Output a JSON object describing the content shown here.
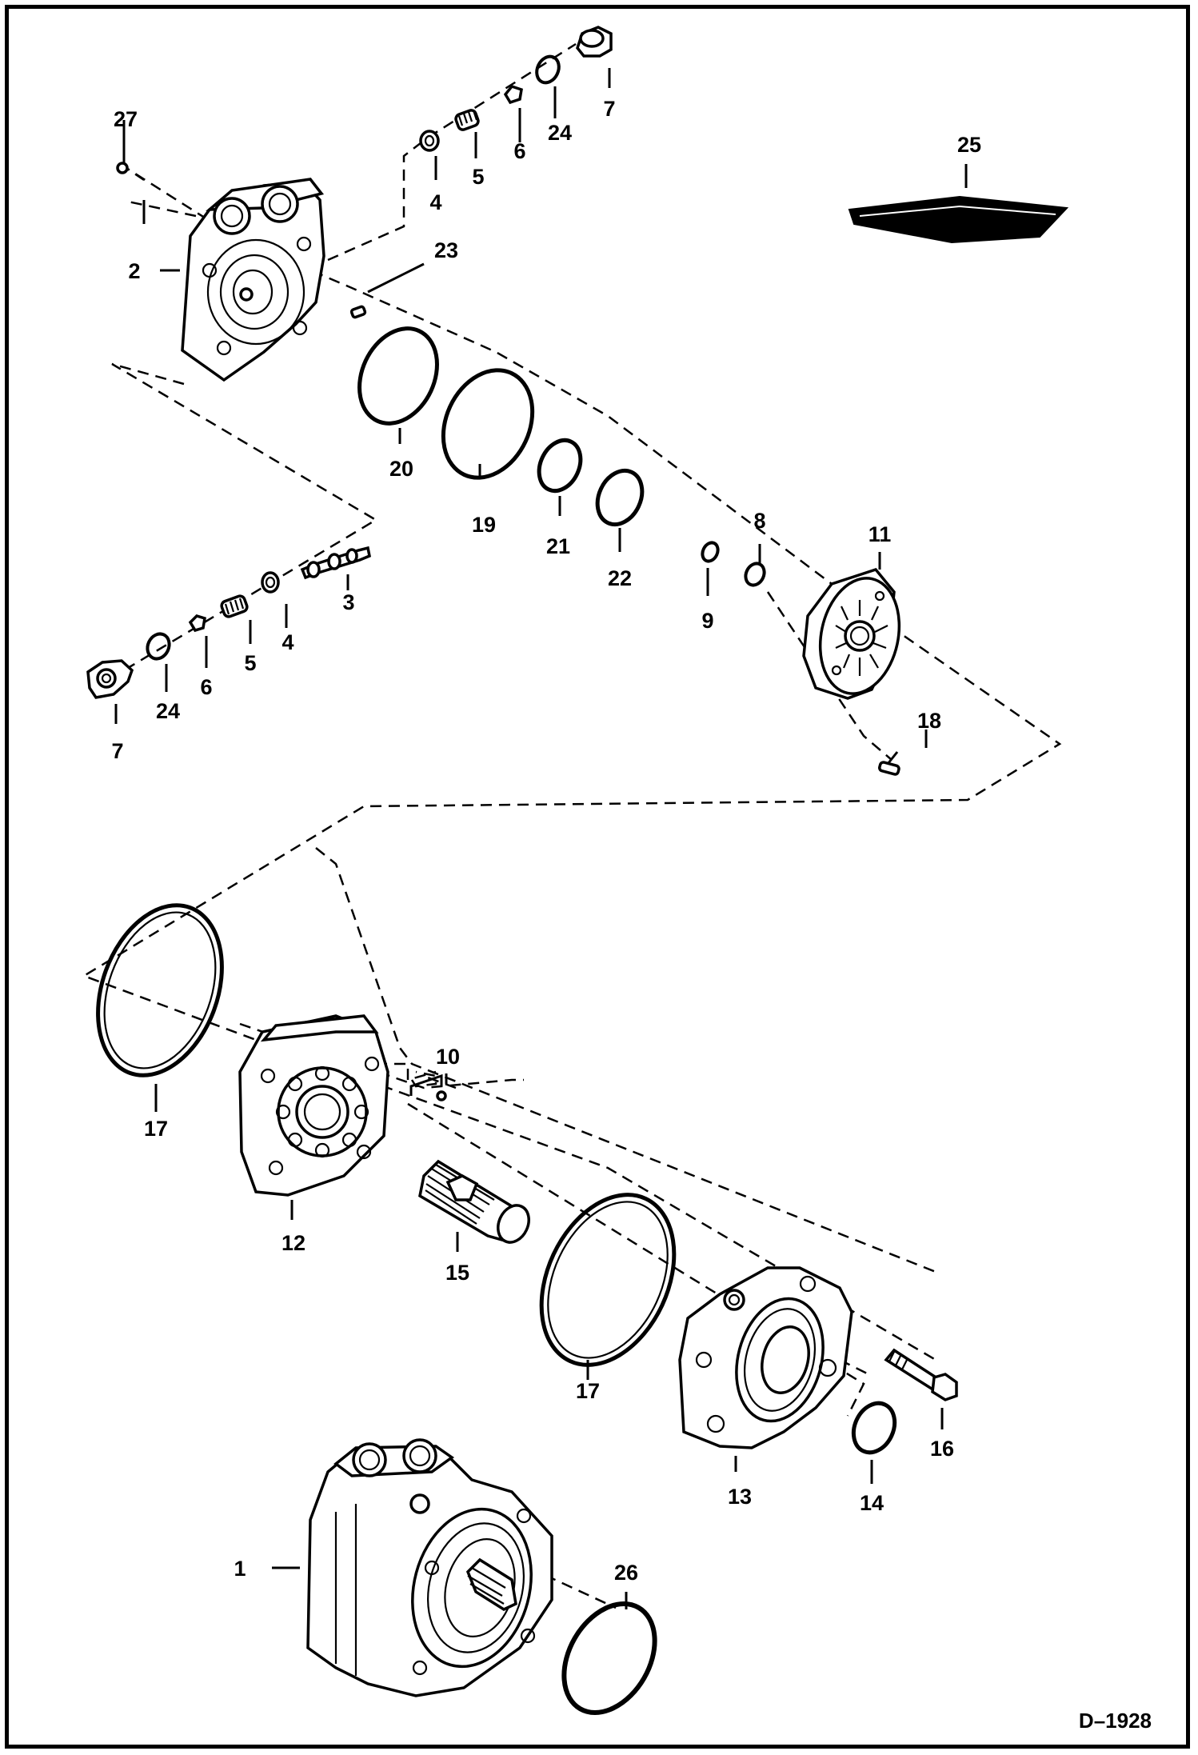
{
  "figure_code": "D–1928",
  "parts": [
    {
      "id": "p1",
      "number": "1"
    },
    {
      "id": "p2",
      "number": "2"
    },
    {
      "id": "p3",
      "number": "3"
    },
    {
      "id": "p4a",
      "number": "4"
    },
    {
      "id": "p4b",
      "number": "4"
    },
    {
      "id": "p5a",
      "number": "5"
    },
    {
      "id": "p5b",
      "number": "5"
    },
    {
      "id": "p6a",
      "number": "6"
    },
    {
      "id": "p6b",
      "number": "6"
    },
    {
      "id": "p7a",
      "number": "7"
    },
    {
      "id": "p7b",
      "number": "7"
    },
    {
      "id": "p8",
      "number": "8"
    },
    {
      "id": "p9",
      "number": "9"
    },
    {
      "id": "p10",
      "number": "10"
    },
    {
      "id": "p11",
      "number": "11"
    },
    {
      "id": "p12",
      "number": "12"
    },
    {
      "id": "p13",
      "number": "13"
    },
    {
      "id": "p14",
      "number": "14"
    },
    {
      "id": "p15",
      "number": "15"
    },
    {
      "id": "p16",
      "number": "16"
    },
    {
      "id": "p17a",
      "number": "17"
    },
    {
      "id": "p17b",
      "number": "17"
    },
    {
      "id": "p18",
      "number": "18"
    },
    {
      "id": "p19",
      "number": "19"
    },
    {
      "id": "p20",
      "number": "20"
    },
    {
      "id": "p21",
      "number": "21"
    },
    {
      "id": "p22",
      "number": "22"
    },
    {
      "id": "p23",
      "number": "23"
    },
    {
      "id": "p24a",
      "number": "24"
    },
    {
      "id": "p24b",
      "number": "24"
    },
    {
      "id": "p25",
      "number": "25"
    },
    {
      "id": "p26",
      "number": "26"
    },
    {
      "id": "p27",
      "number": "27"
    }
  ]
}
